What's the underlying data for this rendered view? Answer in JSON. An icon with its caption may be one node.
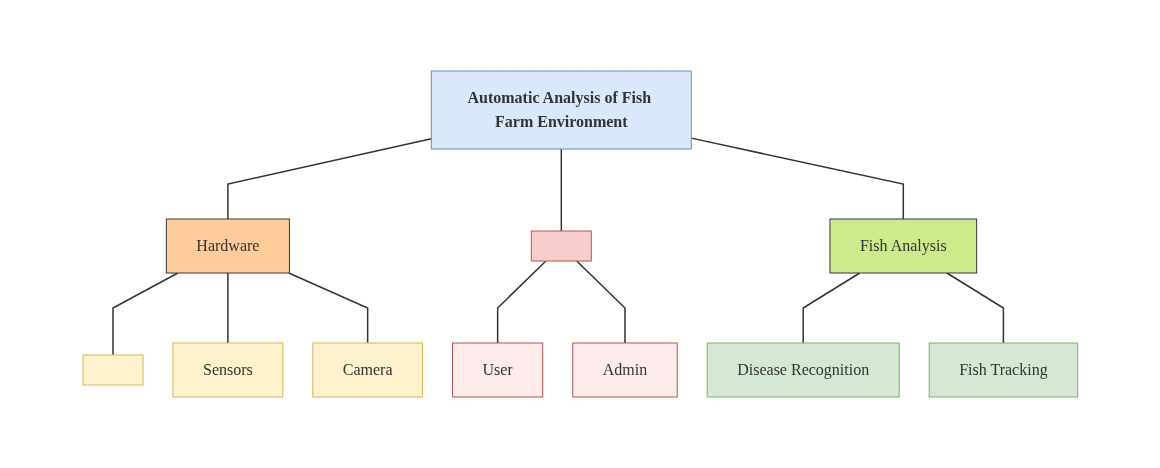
{
  "diagram": {
    "nodes": [
      {
        "text": [
          "Automatic Analysis of Fish Farm Environment"
        ]
      },
      {
        "text": [
          "Hardware"
        ]
      },
      {
        "text": [],
        "shape": "box"
      },
      {
        "text": [
          "Fish Analysis"
        ]
      },
      {
        "text": [],
        "shape": "box"
      },
      {
        "text": [
          "Sensors"
        ]
      },
      {
        "text": [
          "Camera"
        ]
      },
      {
        "text": [
          "User"
        ]
      },
      {
        "text": [
          "Admin"
        ]
      },
      {
        "text": [
          "Disease Recognition"
        ]
      },
      {
        "text": [
          "Fish Tracking"
        ]
      }
    ],
    "edges": [
      {
        "from": 0,
        "to": 1,
        "arrow": "none"
      },
      {
        "from": 0,
        "to": 2,
        "arrow": "none"
      },
      {
        "from": 0,
        "to": 3,
        "arrow": "none"
      },
      {
        "from": 1,
        "to": 4,
        "arrow": "none"
      },
      {
        "from": 1,
        "to": 5,
        "arrow": "none"
      },
      {
        "from": 1,
        "to": 6,
        "arrow": "none"
      },
      {
        "from": 2,
        "to": 7,
        "arrow": "none"
      },
      {
        "from": 2,
        "to": 8,
        "arrow": "none"
      },
      {
        "from": 3,
        "to": 9,
        "arrow": "none"
      },
      {
        "from": 3,
        "to": 10,
        "arrow": "none"
      }
    ]
  }
}
